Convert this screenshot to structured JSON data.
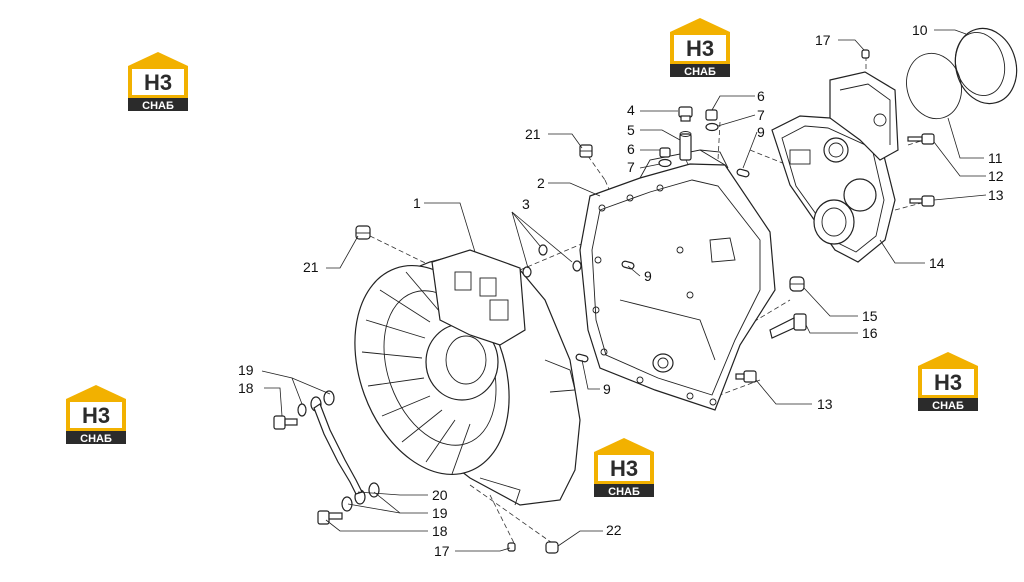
{
  "logo": {
    "mark": "H3",
    "sub": "СНАБ",
    "color_gold": "#f2b100",
    "color_dark": "#2b2b2b"
  },
  "callouts": [
    "1",
    "2",
    "3",
    "4",
    "5",
    "6",
    "7",
    "9",
    "10",
    "11",
    "12",
    "13",
    "14",
    "15",
    "16",
    "17",
    "18",
    "19",
    "20",
    "21",
    "22"
  ]
}
